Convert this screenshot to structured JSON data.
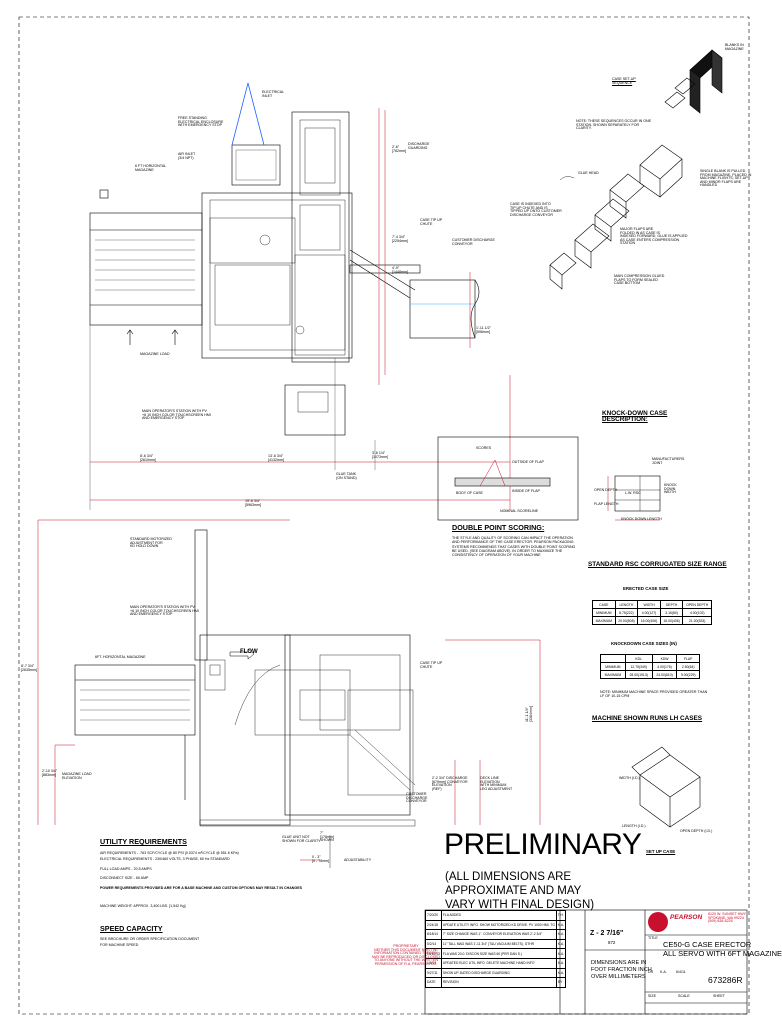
{
  "labels": {
    "electrical_inlet": "ELECTRICAL\nINLET",
    "free_standing": "FREE STANDING\nELECTRICAL ENCLOSURE\nWITH EMERGENCY STOP",
    "air_inlet": "AIR INLET\n(3/4 NPT)",
    "horiz_magazine_top": "6 FT HORIZONTAL\nMAGAZINE",
    "discharge_guarding": "DISCHARGE\nGUARDING",
    "case_tip_up_top": "CASE TIP UP\nCHUTE",
    "customer_discharge_top": "CUSTOMER DISCHARGE\nCONVEYOR",
    "magazine_load_top": "MAGAZINE LOAD",
    "main_operator_top": "MAIN OPERATOR'S STATION WITH PV\n+6 10 INCH COLOR TOUCHSCREEN HMI\nAND EMERGENCY STOP",
    "glue_tank": "GLUE TANK\n(ON STAND)",
    "dim_2_6": "2'-6\"\n[762mm]",
    "dim_7_4_3_4": "7'-4 3/4\"\n[2254mm]",
    "dim_4_9": "4'-9\"\n[1448mm]",
    "dim_1_11_1_2": "1'-11 1/2\"\n[596mm]",
    "dim_8_6_3_4": "8'-6 3/4\"\n[2610mm]",
    "dim_3_6_1_4": "3'-6 1/4\"\n[1073mm]",
    "dim_13_6_3_4": "13'-6 3/4\"\n[4132mm]",
    "dim_19_6_3_4": "19'-6 3/4\"\n[5963mm]",
    "standard_motorized": "STANDARD MOTORIZED\nADJUSTMENT FOR\nKD HOLD DOWN",
    "main_operator_bottom": "MAIN OPERATOR'S STATION WITH PV\n+6 10 INCH COLOR TOUCHSCREEN HMI\nAND EMERGENCY STOP",
    "horiz_magazine_bottom": "6FT. HORIZONTAL MAGAZINE",
    "flow": "FLOW",
    "case_tip_up_bottom": "CASE TIP UP\nCHUTE",
    "dim_8_7_3_4": "8'-7 3/4\"\n[2635mm]",
    "dim_2_10_3_4": "2'-10 3/4\"\n[883mm]",
    "magazine_load_elev": "MAGAZINE LOAD\nELEVATION",
    "discharge_conv_elev": "2'-2 3/4\" DISCHARGE\n[679mm] CONVEYOR\nELEVATION\n(REF)",
    "deck_line": "DECK LINE\nELEVATION\nWITH MINIMUM\nLEG ADJUSTMENT",
    "customer_discharge_bottom": "CUSTOMER\nDISCHARGE\nCONVEYOR",
    "glue_unit": "GLUE UNIT NOT\nSHOWN FOR CLARITY",
    "dim_7": "7\"\n[178mm]\nSHOWN",
    "dim_0_3": "0 - 3\"\n[0 - 76mm]",
    "adjustability": "ADJUSTABILITY",
    "dim_11_1_4": "11'-1 1/4\"\n[3384mm]"
  },
  "case_setup": {
    "title": "CASE SET-UP\nSEQUENCE",
    "blanks": "BLANKS IN\nMAGAZINE",
    "note": "NOTE: THESE SEQUENCES OCCUR IN ONE\nSTATION. SHOWN SEPARATELY FOR\nCLARITY.",
    "glue_head": "GLUE HEAD",
    "single_blank": "SINGLE BLANK IS PULLED\nFROM MAGAZINE, PLACED IN\nMACHINE FLIGHTS, SET-UP\nAND MINOR FLAPS ARE\nHANDLED",
    "case_indexed": "CASE IS INDEXED INTO\nTIP UP CHUTE AND IS\nTIPPED UP ONTO CUSTOMER\nDISCHARGE CONVEYOR",
    "major_flaps": "MAJOR FLAPS ARE\nFOLDED IN AS CASE IS\nINDEXED FORWARD. GLUE IS APPLIED\nAS CASE ENTERS COMPRESSION\nSTATION",
    "compressed": "MAIN COMPRESSION GLUED\nFLAPS TO FORM SEALED\nCASE BOTTOM"
  },
  "knockdown": {
    "title": "KNOCK-DOWN CASE\nDESCRIPTION:",
    "manufacturers_joint": "MANUFACTURERS\nJOINT",
    "open_depth": "OPEN DEPTH",
    "flap_length": "FLAP LENGTH",
    "length_label": "L.W. RSC",
    "knock_down_width": "KNOCK\nDOWN\nWIDTH",
    "knock_down_length": "KNOCK DOWN LENGTH"
  },
  "scoring": {
    "scores": "SCORES",
    "outside_flap": "OUTSIDE OF FLAP",
    "body_of_case": "BODY OF CASE",
    "inside_flap": "INSIDE OF FLAP",
    "nominal": "NOMINAL SCORELINE",
    "title": "DOUBLE POINT SCORING:",
    "text": "THE STYLE AND QUALITY OF SCORING CAN IMPACT THE OPERATION AND PERFORMANCE OF THE CASE ERECTOR. PEARSON PACKAGING SYSTEMS RECOMMENDS THAT CASES WITH DOUBLE POINT SCORING BE USED. (SEE DIAGRAM ABOVE). IN ORDER TO MAXIMIZE THE CONSISTENCY OF OPERATION OF YOUR MACHINE"
  },
  "rsc": {
    "title": "STANDARD RSC CORRUGATED SIZE RANGE",
    "erected_title": "ERECTED CASE SIZE",
    "erected_headers": [
      "CASE",
      "LENGTH",
      "WIDTH",
      "DEPTH",
      "OPEN DEPTH"
    ],
    "erected_rows": [
      [
        "MINIMUM",
        "8.75(222)",
        "4.00(127)",
        "3.16(80)",
        "4.00(102)"
      ],
      [
        "MAXIMUM",
        "20.00(508)",
        "16.00(406)",
        "16.00(406)",
        "21.00(533)"
      ]
    ],
    "kd_title": "KNOCKDOWN CASE SIZES (IN)",
    "kd_headers": [
      "",
      "KDL",
      "KDW",
      "FLAP"
    ],
    "kd_rows": [
      [
        "MINIMUM",
        "12.75(349)",
        "4.00(176)",
        "2.50(64)"
      ],
      [
        "MAXIMUM",
        "28.00(1913)",
        "24.00(610)",
        "9.00(229)"
      ]
    ],
    "note": "NOTE: MINIMUM MACHINE SPACE PROVIDED GREATER THAN\nLF OF 10-15 CPM",
    "runs_title": "MACHINE SHOWN RUNS LH CASES"
  },
  "setup_case": {
    "width": "WIDTH (I.D.)",
    "length": "LENGTH (I.D.)",
    "open_depth": "OPEN DEPTH (I.D.)",
    "title": "SET UP CASE"
  },
  "utility": {
    "title": "UTILITY REQUIREMENTS",
    "lines": [
      "AIR REQUIREMENTS - .763 SCF/CYCLE @ 80 PSI (0.0374 m³/CYCLE @ 551.6 KPa)",
      "ELECTRICAL REQUIREMENTS - 230/460 VOLTS, 3 PHASE, 60 Hz STANDARD",
      "FULL LOAD AMPS - 20.5 AMPS",
      "DISCONNECT SIZE - 60 AMP"
    ],
    "power_note": "POWER REQUIREMENTS PROVIDED ARE FOR A BASE MACHINE AND CUSTOM OPTIONS MAY RESULT IN CHANGES",
    "weight": "MACHINE WEIGHT: APPROX. 3,400 LBS. [1,542 Kg]",
    "speed_title": "SPEED CAPACITY",
    "speed_lines": [
      "SEE BROCHURE OR ORDER SPECIFICATION DOCUMENT",
      "FOR MACHINE SPEED"
    ]
  },
  "prelim": {
    "title": "PRELIMINARY",
    "sub": "(ALL DIMENSIONS ARE APPROXIMATE AND MAY VARY WITH FINAL DESIGN)"
  },
  "revisions": [
    [
      "7/20/20",
      "FLA ADDED",
      "T.H."
    ],
    [
      "2/24/18",
      "UPDATE UTILITY INFO. SHOW MOTORIZED KD DRIVE. PV 1000 HMI. TG",
      "K.A."
    ],
    [
      "8/18/14",
      "7\" SIZE CHANGE WAS 1\". CONVEYOR ELEVATION WAS 2'-2 3/4\"",
      "K.A."
    ],
    [
      "5/2/14",
      "11\" TALL MAG WAS 1'-11 3/4\" (T&U VACUUM BELTS). GTHR",
      "K.A."
    ],
    [
      "10/10/13",
      "FLA WAS 20.0. DISCON SIZE WAS 60 (PER DAN S.)",
      "K.A."
    ],
    [
      "1/8/13",
      "UPDATED ELEC UTIL INFO. DELETE MACHINE HAND INFO",
      "K.A."
    ],
    [
      "9/27/11",
      "SHOW UP-DATED DISCHARGE GUARDING",
      "K.A."
    ]
  ],
  "rev_footer": [
    "DATE",
    "REVISION",
    "BY"
  ],
  "proprietary": "PROPRIETARY\nNEITHER THIS DOCUMENT NOR THE\nINFORMATION CONTAINED THEREIN\nMAY BE REPRODUCED OR DISCLOSED\nTO ANYONE WITHOUT THE WRITTEN\nPERMISSION OF R.A. PEARSON CO.",
  "title_block": {
    "scale_z": "Z - 2 7/16\"",
    "scale_sub": "872",
    "dims_note": "DIMENSIONS ARE IN\nFOOT FRACTION INCH\nOVER MILLIMETERS",
    "title_lbl": "TITLE",
    "title": "CE50-G CASE ERECTOR\nALL SERVO WITH 6FT MAGAZINE",
    "dr": "DR",
    "dr_by": "K.A.",
    "date": "6/4/11",
    "dwg_no_lbl": "DWG NO.",
    "dwg_no": "673286R",
    "size": "SIZE",
    "scale": "SCALE",
    "sheet": "SHEET",
    "company": "PEARSON",
    "addr": "8120 W. SUNSET HWY\nSPOKANE, WA 99224\n(509) 838-6226"
  },
  "colors": {
    "accent": "#c8102e",
    "line": "#000000",
    "blue": "#2060ff"
  }
}
